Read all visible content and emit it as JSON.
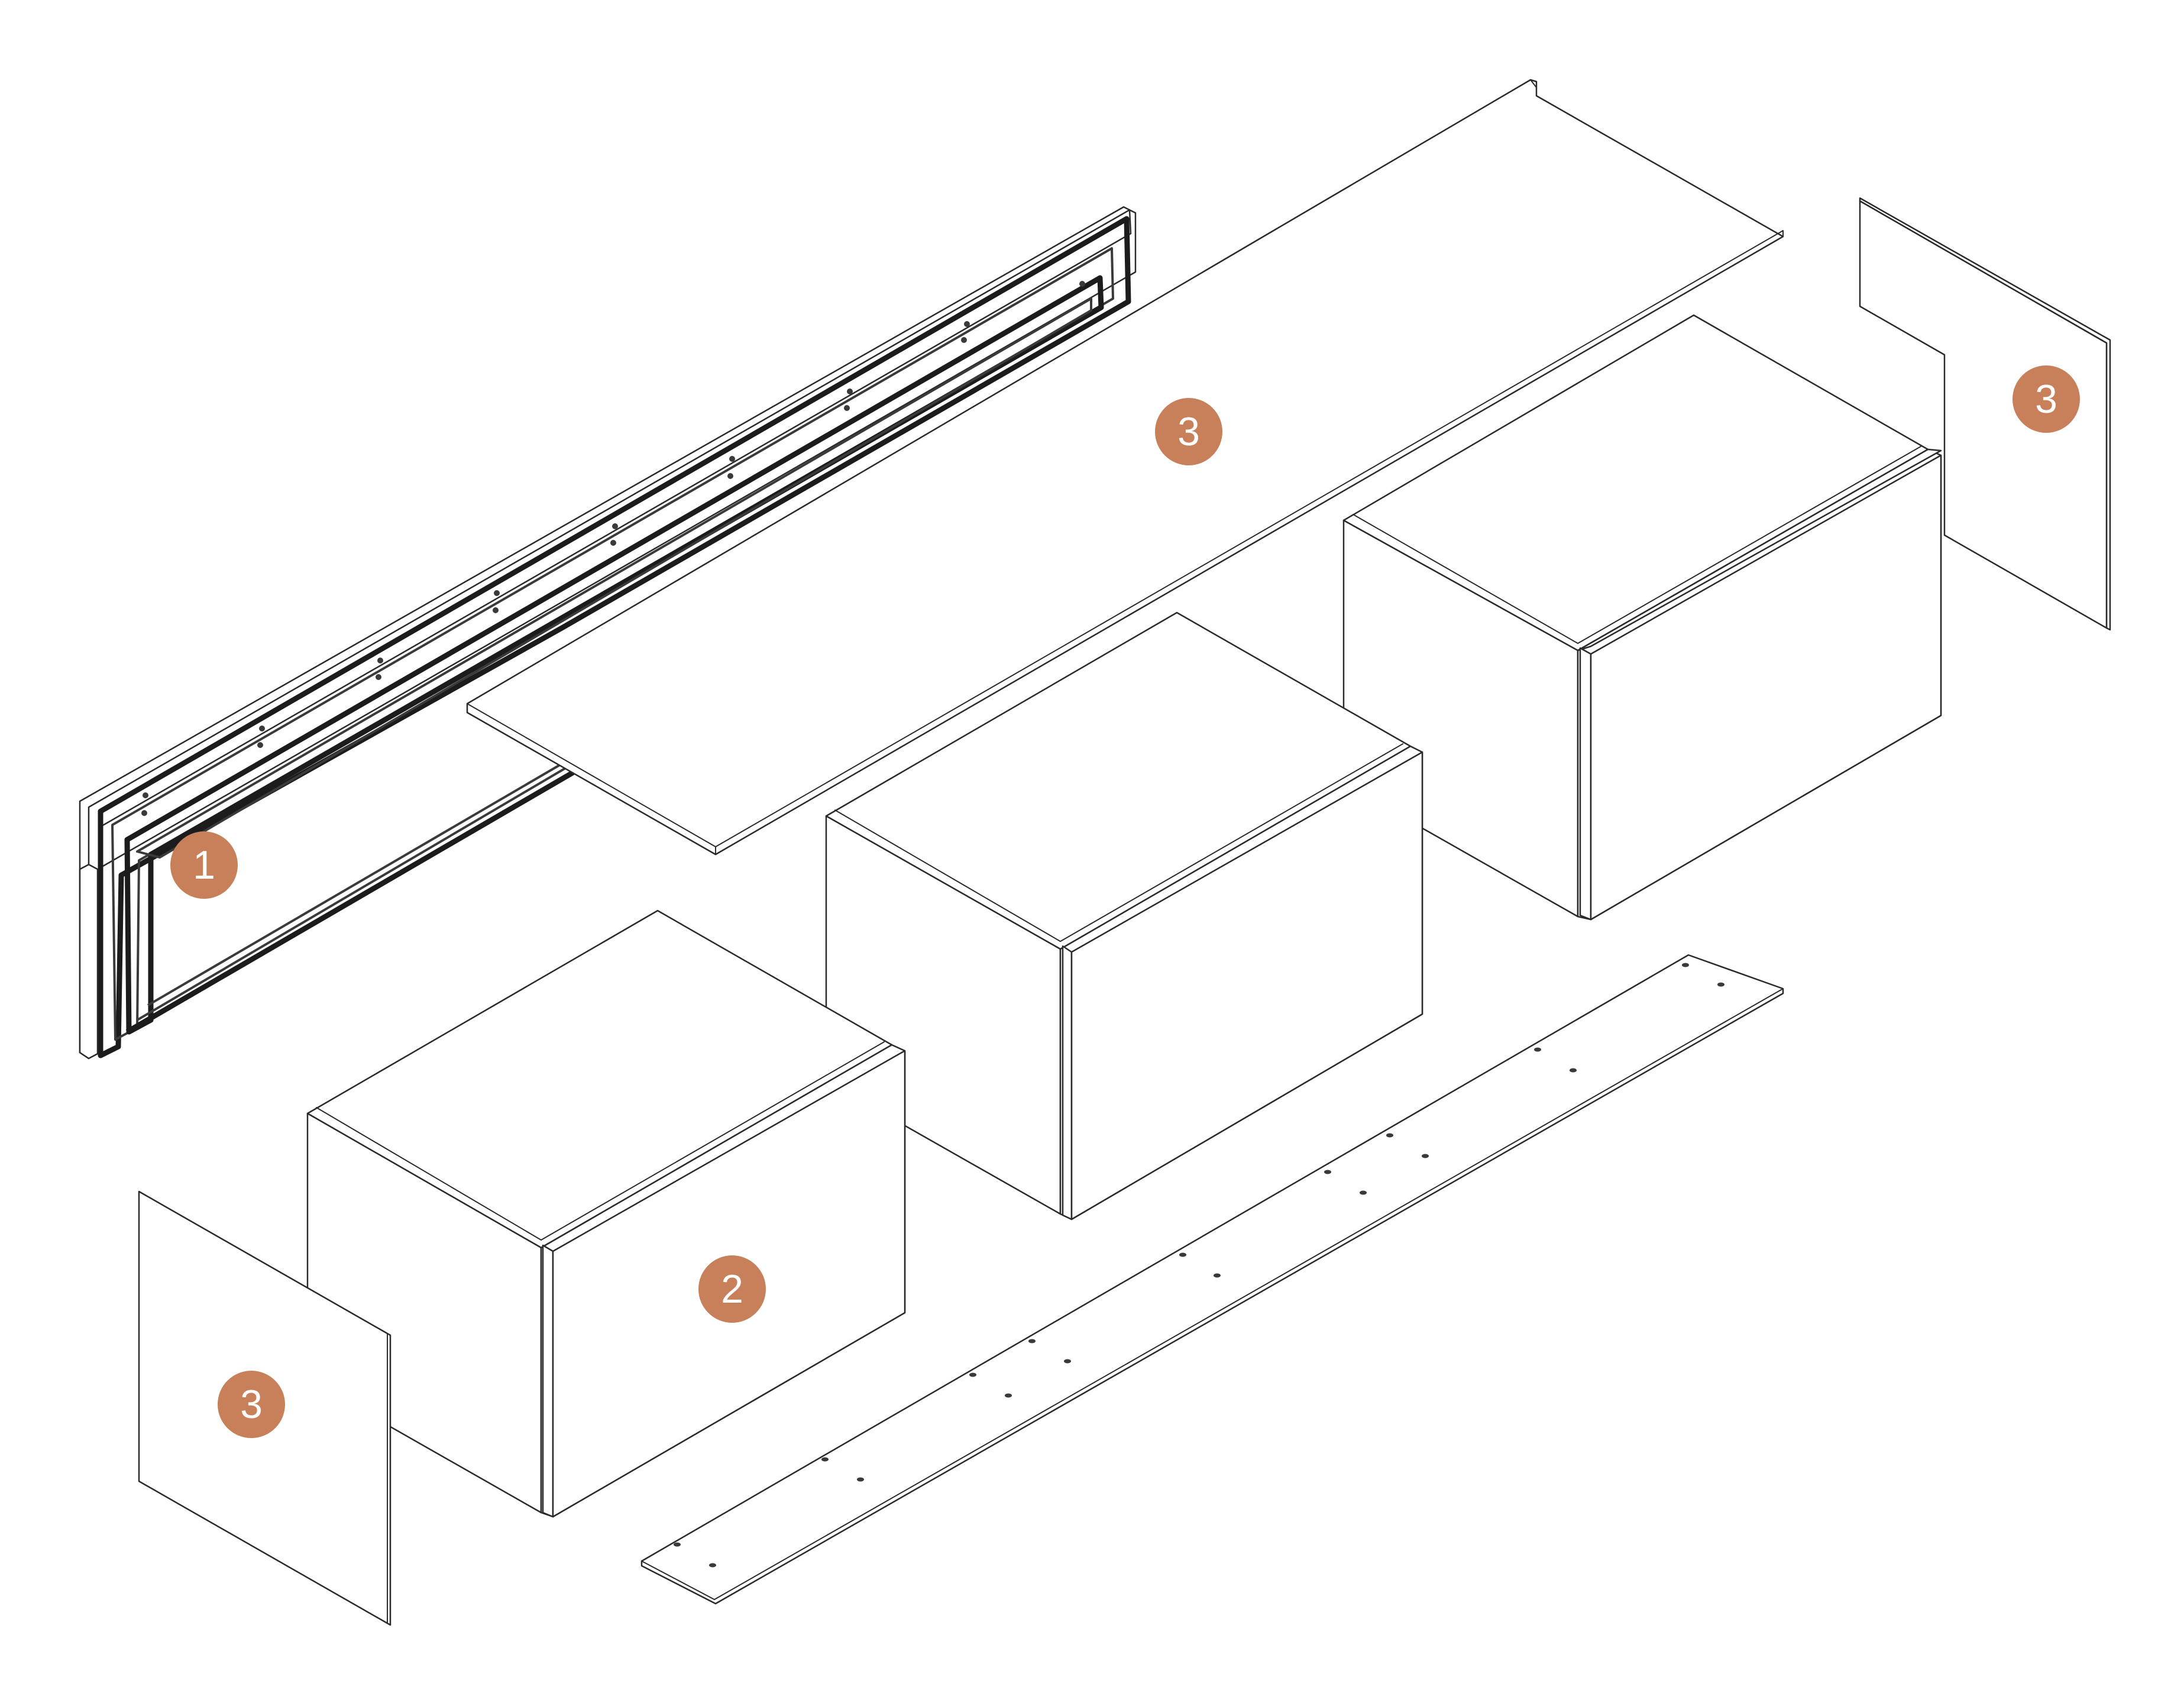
{
  "colors": {
    "callout": "#c8805a",
    "line": "#2a2a2a",
    "background": "#ffffff"
  },
  "parts": {
    "frame": {
      "callout": "1"
    },
    "cabinet": {
      "callout": "2"
    },
    "panel": {
      "callout": "3"
    }
  }
}
